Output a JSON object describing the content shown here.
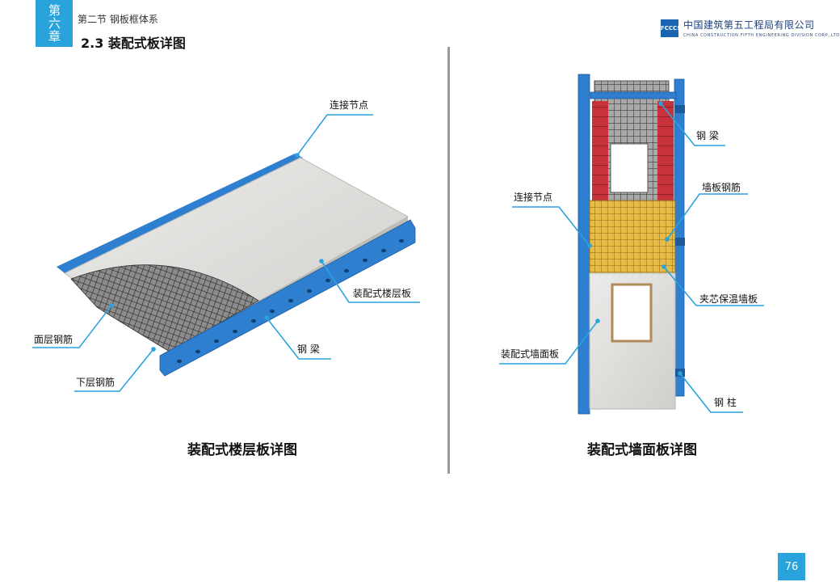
{
  "header": {
    "chapter": "第六章",
    "section": "第二节  钢板框体系",
    "subsection": "2.3  装配式板详图"
  },
  "logo": {
    "mark": "FCCCSCEC",
    "cn": "中国建筑第五工程局有限公司",
    "en": "CHINA CONSTRUCTION FIFTH ENGINEERING DIVISION CORP.,LTD"
  },
  "left_figure": {
    "caption": "装配式楼层板详图",
    "labels": {
      "joint": "连接节点",
      "floor_slab": "装配式楼层板",
      "top_rebar": "面层钢筋",
      "steel_beam": "钢  梁",
      "bottom_rebar": "下层钢筋"
    }
  },
  "right_figure": {
    "caption": "装配式墙面板详图",
    "labels": {
      "steel_beam": "钢  梁",
      "wall_rebar": "墙板钢筋",
      "joint": "连接节点",
      "sandwich_panel": "夹芯保温墙板",
      "wall_panel": "装配式墙面板",
      "steel_column": "钢  柱"
    }
  },
  "page_number": "76",
  "colors": {
    "accent": "#29a3dc",
    "steel": "#2f7fd0",
    "rebar_red": "#c8323a",
    "rebar_yellow": "#e0b23a",
    "concrete": "#d9d9d6"
  }
}
